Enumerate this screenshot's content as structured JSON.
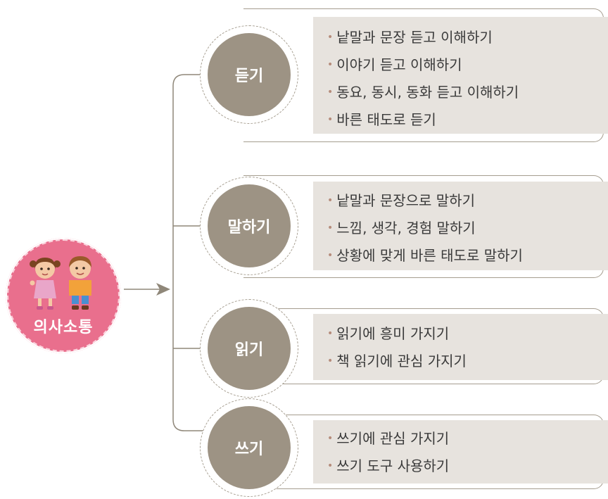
{
  "hub": {
    "label": "의사소통",
    "image": "two-children-illustration"
  },
  "categories": [
    {
      "label": "듣기",
      "items": [
        "낱말과 문장 듣고 이해하기",
        "이야기 듣고 이해하기",
        "동요, 동시, 동화 듣고 이해하기",
        "바른 태도로 듣기"
      ]
    },
    {
      "label": "말하기",
      "items": [
        "낱말과 문장으로 말하기",
        "느낌, 생각, 경험 말하기",
        "상황에 맞게 바른 태도로 말하기"
      ]
    },
    {
      "label": "읽기",
      "items": [
        "읽기에 흥미 가지기",
        "책 읽기에 관심 가지기"
      ]
    },
    {
      "label": "쓰기",
      "items": [
        "쓰기에 관심 가지기",
        "쓰기 도구 사용하기"
      ]
    }
  ],
  "colors": {
    "hub": "#e96f8d",
    "category": "#9d9384",
    "panel": "#e7e3de",
    "line": "#8f8779"
  }
}
